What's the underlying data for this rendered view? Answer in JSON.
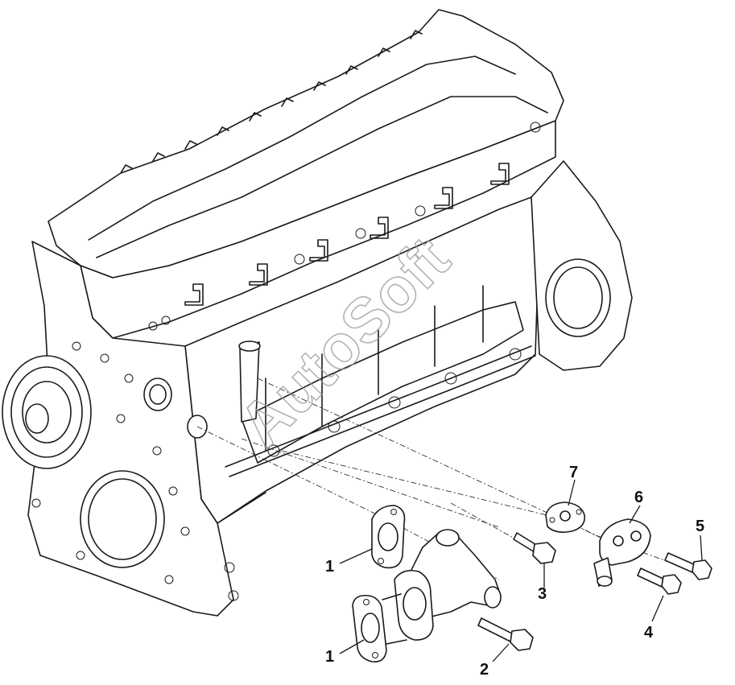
{
  "watermark": "AutoSoft",
  "callouts": {
    "gasket_upper": "1",
    "gasket_lower": "1",
    "bolt_long": "2",
    "bolt_short": "3",
    "bolt_flange_right": "5",
    "bolt_flange_lower": "4",
    "flange_connector": "6",
    "flange_gasket": "7"
  }
}
